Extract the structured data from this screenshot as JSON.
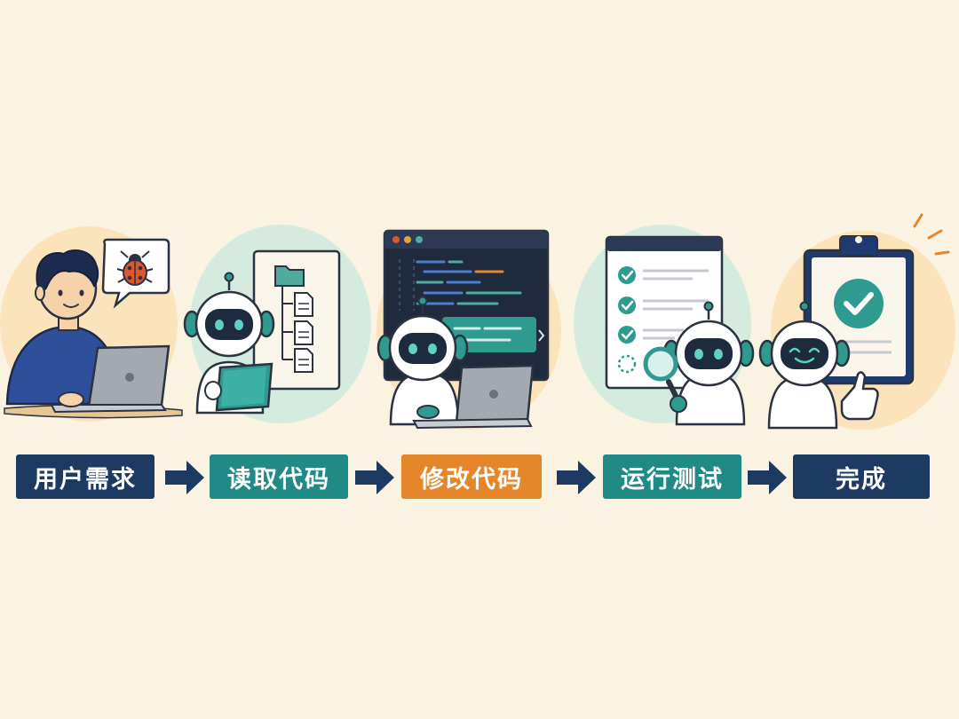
{
  "steps": [
    {
      "label": "用户需求",
      "color": "#1d3a63"
    },
    {
      "label": "读取代码",
      "color": "#1f8a86"
    },
    {
      "label": "修改代码",
      "color": "#e5862b"
    },
    {
      "label": "运行测试",
      "color": "#1f8a86"
    },
    {
      "label": "完成",
      "color": "#1d3a63"
    }
  ],
  "arrow_color": "#1d3a63",
  "icons": [
    "user-laptop",
    "bug-icon",
    "robot-icon",
    "folder-icon",
    "file-icon",
    "tablet-icon",
    "code-window-icon",
    "laptop-icon",
    "test-checklist-icon",
    "magnifier-icon",
    "clipboard-check-icon",
    "thumbs-up-icon"
  ]
}
